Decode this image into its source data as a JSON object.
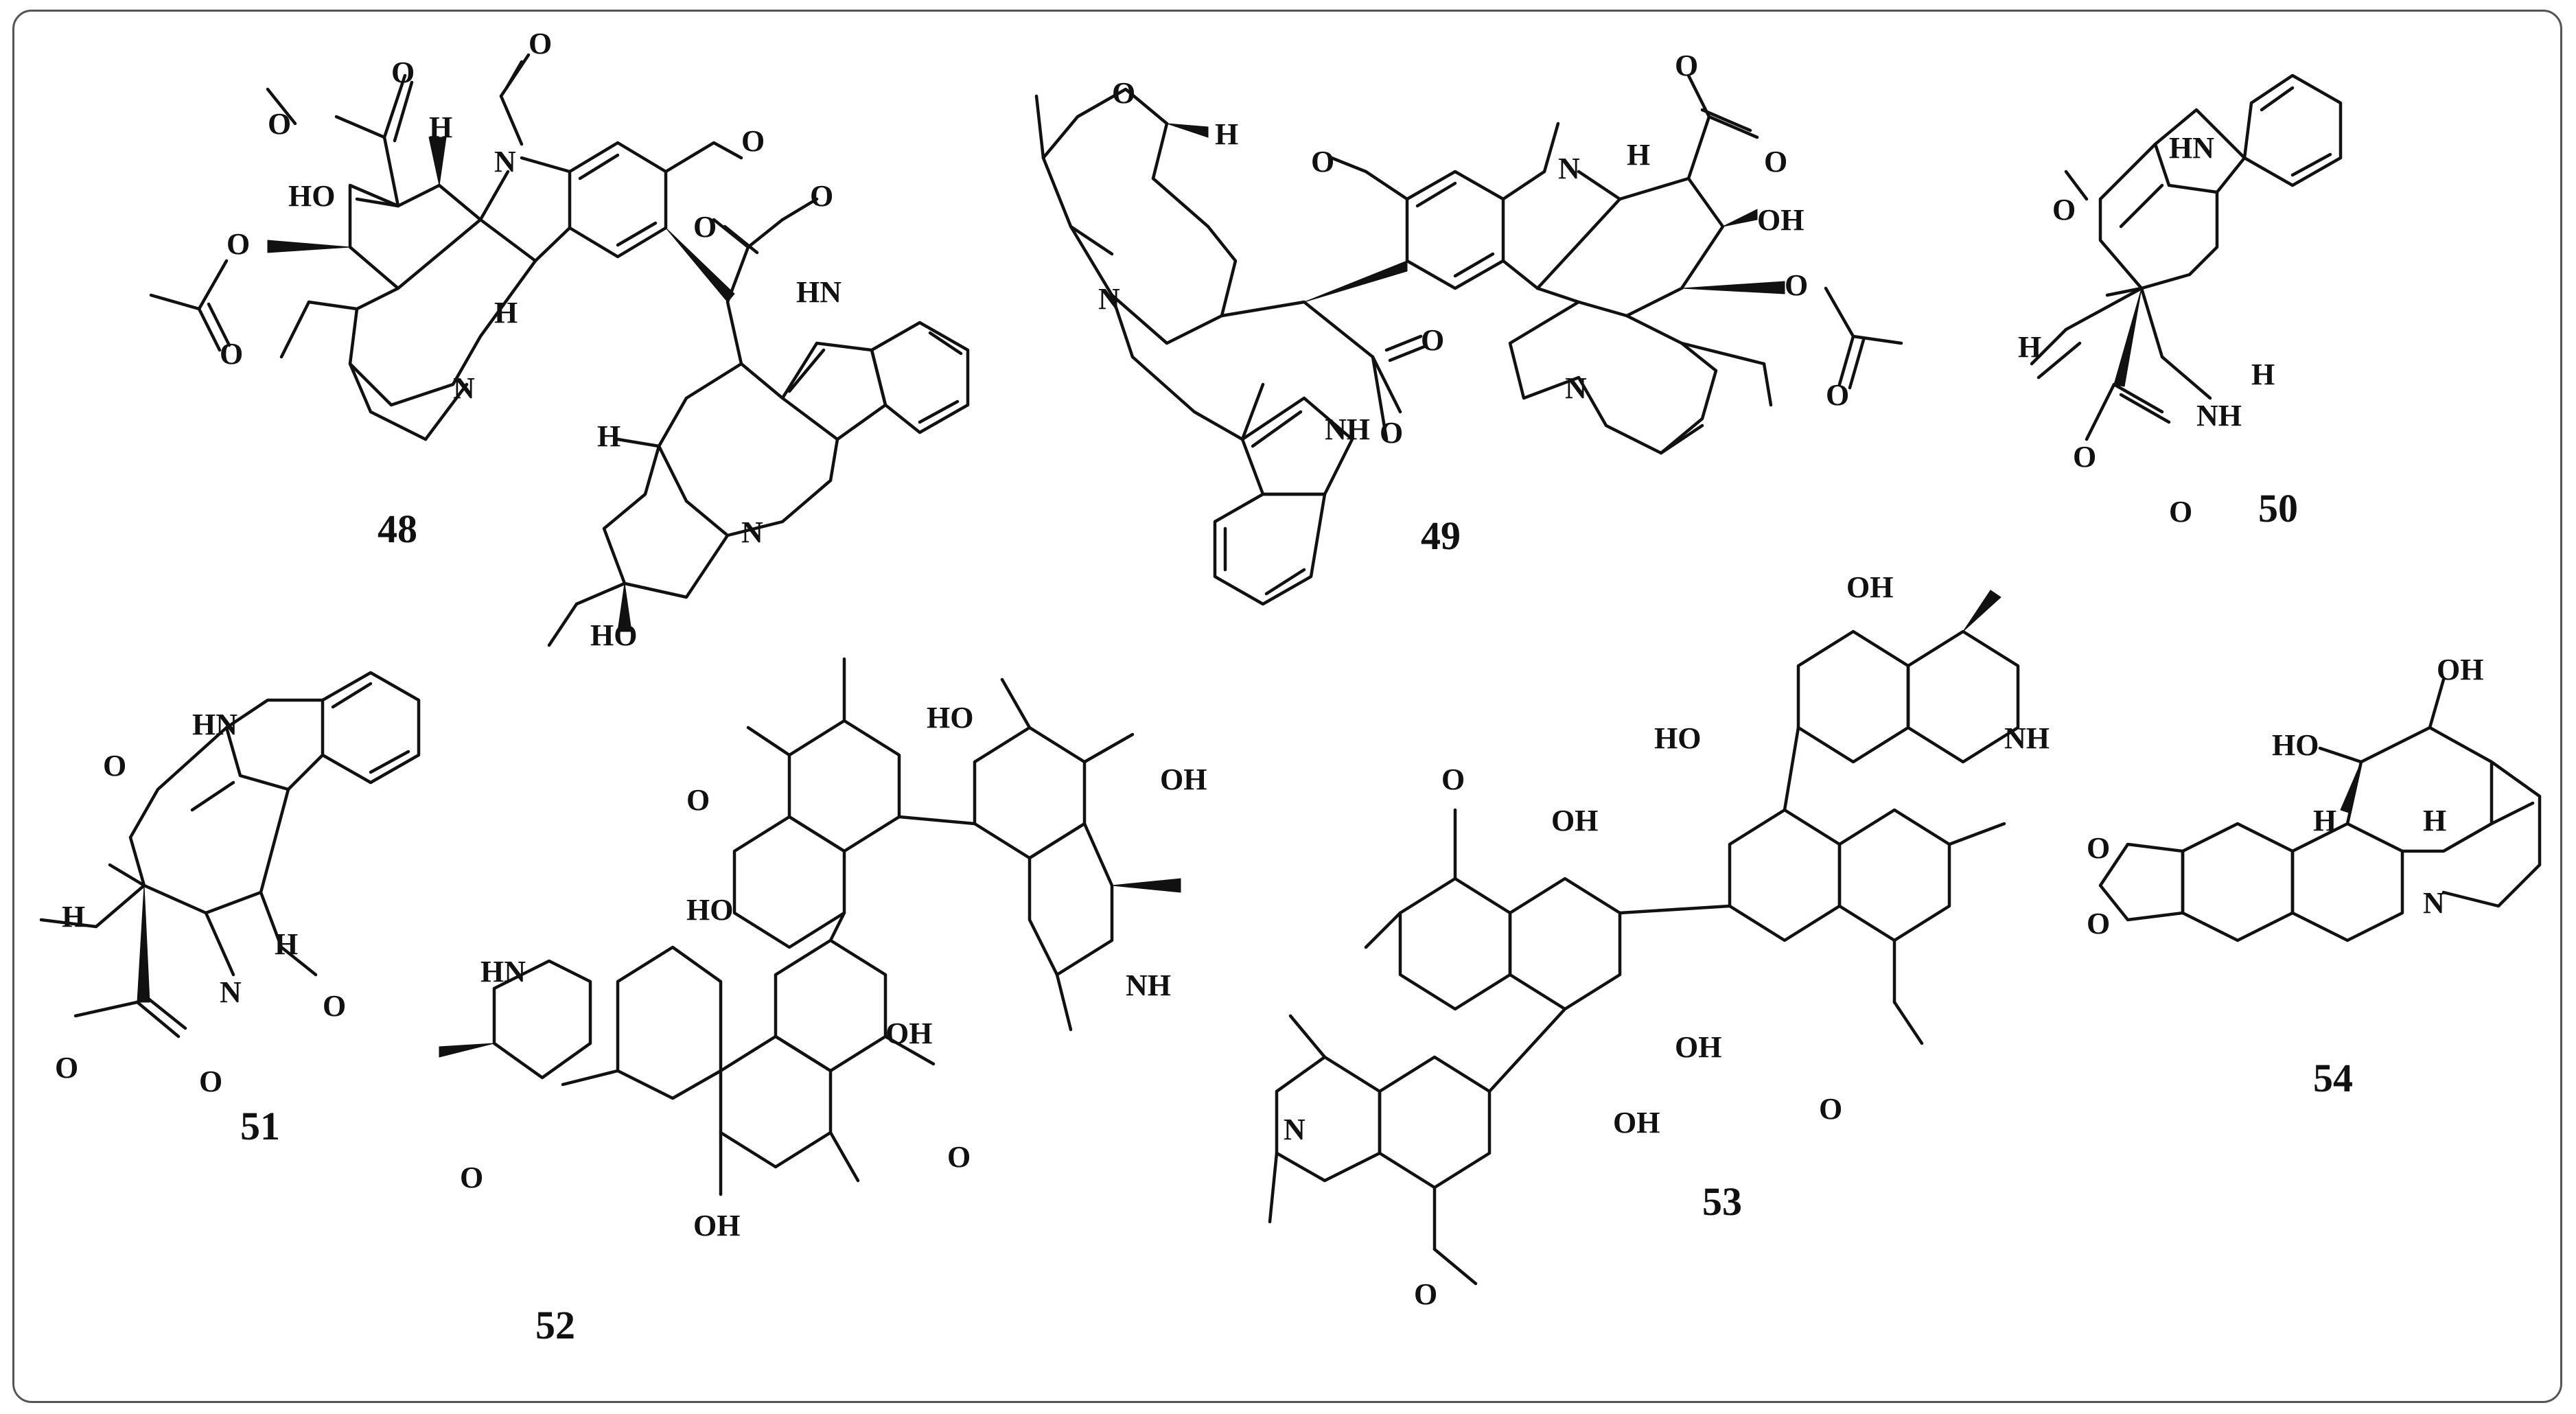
{
  "compounds": [
    {
      "label": "48",
      "atoms": [
        "O",
        "O",
        "O",
        "H",
        "N",
        "O",
        "HO",
        "O",
        "H",
        "N",
        "O",
        "O",
        "O",
        "HN",
        "H",
        "N",
        "HO"
      ]
    },
    {
      "label": "49",
      "atoms": [
        "O",
        "H",
        "O",
        "N",
        "H",
        "O",
        "O",
        "OH",
        "N",
        "O",
        "O",
        "N",
        "O",
        "O",
        "NH"
      ]
    },
    {
      "label": "50",
      "atoms": [
        "HN",
        "O",
        "H",
        "H",
        "NH",
        "O",
        "O"
      ]
    },
    {
      "label": "51",
      "atoms": [
        "HN",
        "O",
        "H",
        "H",
        "N",
        "O",
        "O",
        "O"
      ]
    },
    {
      "label": "52",
      "atoms": [
        "O",
        "HO",
        "HO",
        "OH",
        "HN",
        "NH",
        "OH",
        "O",
        "O",
        "OH"
      ]
    },
    {
      "label": "53",
      "atoms": [
        "OH",
        "O",
        "OH",
        "HO",
        "NH",
        "N",
        "OH",
        "OH",
        "O",
        "O"
      ]
    },
    {
      "label": "54",
      "atoms": [
        "OH",
        "HO",
        "H",
        "H",
        "O",
        "O",
        "N"
      ]
    }
  ]
}
